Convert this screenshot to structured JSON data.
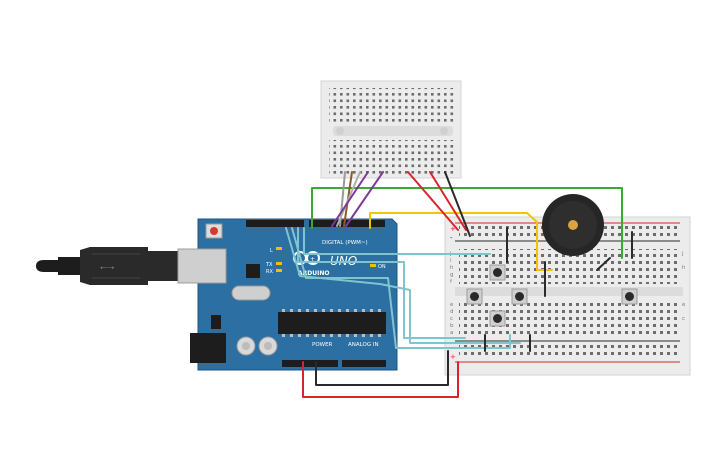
{
  "arduino": {
    "brand": "ARDUINO",
    "model": "UNO",
    "digital_header": "DIGITAL (PWM~)",
    "power_header": "POWER",
    "analog_header": "ANALOG IN",
    "led_l": "L",
    "led_tx": "TX",
    "led_rx": "RX",
    "led_on": "ON",
    "board_color": "#2b6fa3"
  },
  "breadboard": {
    "row_letters_top": [
      "j",
      "i",
      "h",
      "g",
      "f"
    ],
    "row_letters_bottom": [
      "e",
      "d",
      "c",
      "b",
      "a"
    ],
    "rail_plus": "+",
    "rail_minus": "-"
  },
  "components": {
    "usb_cable": "usb-cable",
    "piezo_buzzer": "piezo-buzzer",
    "pushbuttons": 5,
    "mini_breadboard": "mini-breadboard"
  },
  "wire_colors": {
    "red": "#d7262b",
    "black": "#2a2a2a",
    "green": "#3aaa35",
    "yellow": "#f2c500",
    "cyan": "#7fc4cf",
    "purple": "#7a3a99",
    "brown": "#8a5a2a",
    "gray": "#9a9a9a"
  }
}
